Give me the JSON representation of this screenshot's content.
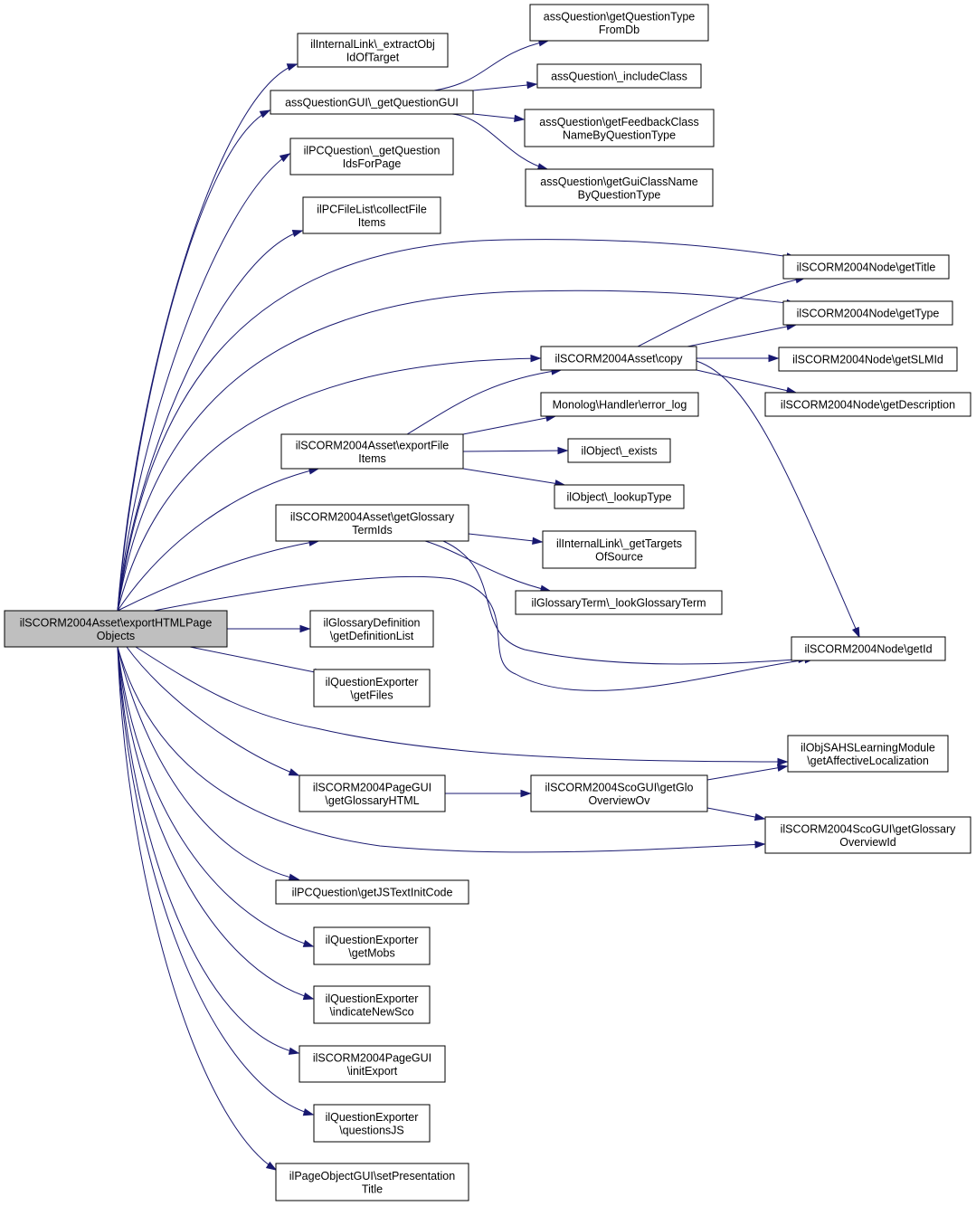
{
  "nodes": [
    {
      "id": "root",
      "lines": [
        "ilSCORM2004Asset\\exportHTMLPage",
        "Objects"
      ],
      "root": true
    },
    {
      "id": "extractObj",
      "lines": [
        "ilInternalLink\\_extractObj",
        "IdOfTarget"
      ]
    },
    {
      "id": "getQuestionGUI",
      "lines": [
        "assQuestionGUI\\_getQuestionGUI"
      ]
    },
    {
      "id": "getQuestionIdsForPage",
      "lines": [
        "ilPCQuestion\\_getQuestion",
        "IdsForPage"
      ]
    },
    {
      "id": "collectFileItems",
      "lines": [
        "ilPCFileList\\collectFile",
        "Items"
      ]
    },
    {
      "id": "exportFileItems",
      "lines": [
        "ilSCORM2004Asset\\exportFile",
        "Items"
      ]
    },
    {
      "id": "getGlossaryTermIds",
      "lines": [
        "ilSCORM2004Asset\\getGlossary",
        "TermIds"
      ]
    },
    {
      "id": "getDefinitionList",
      "lines": [
        "ilGlossaryDefinition",
        "\\getDefinitionList"
      ]
    },
    {
      "id": "getFiles",
      "lines": [
        "ilQuestionExporter",
        "\\getFiles"
      ]
    },
    {
      "id": "getGlossaryHTML",
      "lines": [
        "ilSCORM2004PageGUI",
        "\\getGlossaryHTML"
      ]
    },
    {
      "id": "getJSTextInitCode",
      "lines": [
        "ilPCQuestion\\getJSTextInitCode"
      ]
    },
    {
      "id": "getMobs",
      "lines": [
        "ilQuestionExporter",
        "\\getMobs"
      ]
    },
    {
      "id": "indicateNewSco",
      "lines": [
        "ilQuestionExporter",
        "\\indicateNewSco"
      ]
    },
    {
      "id": "initExport",
      "lines": [
        "ilSCORM2004PageGUI",
        "\\initExport"
      ]
    },
    {
      "id": "questionsJS",
      "lines": [
        "ilQuestionExporter",
        "\\questionsJS"
      ]
    },
    {
      "id": "setPresentationTitle",
      "lines": [
        "ilPageObjectGUI\\setPresentation",
        "Title"
      ]
    },
    {
      "id": "getQuestionTypeFromDb",
      "lines": [
        "assQuestion\\getQuestionType",
        "FromDb"
      ]
    },
    {
      "id": "includeClass",
      "lines": [
        "assQuestion\\_includeClass"
      ]
    },
    {
      "id": "getFeedbackClass",
      "lines": [
        "assQuestion\\getFeedbackClass",
        "NameByQuestionType"
      ]
    },
    {
      "id": "getGuiClassName",
      "lines": [
        "assQuestion\\getGuiClassName",
        "ByQuestionType"
      ]
    },
    {
      "id": "copy",
      "lines": [
        "ilSCORM2004Asset\\copy"
      ]
    },
    {
      "id": "errorLog",
      "lines": [
        "Monolog\\Handler\\error_log"
      ]
    },
    {
      "id": "exists",
      "lines": [
        "ilObject\\_exists"
      ]
    },
    {
      "id": "lookupType",
      "lines": [
        "ilObject\\_lookupType"
      ]
    },
    {
      "id": "getTargetsOfSource",
      "lines": [
        "ilInternalLink\\_getTargets",
        "OfSource"
      ]
    },
    {
      "id": "lookGlossaryTerm",
      "lines": [
        "ilGlossaryTerm\\_lookGlossaryTerm"
      ]
    },
    {
      "id": "getGloOverviewOv",
      "lines": [
        "ilSCORM2004ScoGUI\\getGlo",
        "OverviewOv"
      ]
    },
    {
      "id": "getTitle",
      "lines": [
        "ilSCORM2004Node\\getTitle"
      ]
    },
    {
      "id": "getType",
      "lines": [
        "ilSCORM2004Node\\getType"
      ]
    },
    {
      "id": "getSLMId",
      "lines": [
        "ilSCORM2004Node\\getSLMId"
      ]
    },
    {
      "id": "getDescription",
      "lines": [
        "ilSCORM2004Node\\getDescription"
      ]
    },
    {
      "id": "getId",
      "lines": [
        "ilSCORM2004Node\\getId"
      ]
    },
    {
      "id": "getAffectiveLocalization",
      "lines": [
        "ilObjSAHSLearningModule",
        "\\getAffectiveLocalization"
      ]
    },
    {
      "id": "getGlossaryOverviewId",
      "lines": [
        "ilSCORM2004ScoGUI\\getGlossary",
        "OverviewId"
      ]
    }
  ],
  "edges": [
    [
      "root",
      "extractObj"
    ],
    [
      "root",
      "getQuestionGUI"
    ],
    [
      "root",
      "getQuestionIdsForPage"
    ],
    [
      "root",
      "collectFileItems"
    ],
    [
      "root",
      "getTitle"
    ],
    [
      "root",
      "getType"
    ],
    [
      "root",
      "copy"
    ],
    [
      "root",
      "exportFileItems"
    ],
    [
      "root",
      "getGlossaryTermIds"
    ],
    [
      "root",
      "getId"
    ],
    [
      "root",
      "getDefinitionList"
    ],
    [
      "root",
      "getFiles"
    ],
    [
      "root",
      "getAffectiveLocalization"
    ],
    [
      "root",
      "getGlossaryHTML"
    ],
    [
      "root",
      "getGlossaryOverviewId"
    ],
    [
      "root",
      "getJSTextInitCode"
    ],
    [
      "root",
      "getMobs"
    ],
    [
      "root",
      "indicateNewSco"
    ],
    [
      "root",
      "initExport"
    ],
    [
      "root",
      "questionsJS"
    ],
    [
      "root",
      "setPresentationTitle"
    ],
    [
      "getQuestionGUI",
      "getQuestionTypeFromDb"
    ],
    [
      "getQuestionGUI",
      "includeClass"
    ],
    [
      "getQuestionGUI",
      "getFeedbackClass"
    ],
    [
      "getQuestionGUI",
      "getGuiClassName"
    ],
    [
      "copy",
      "getTitle"
    ],
    [
      "copy",
      "getType"
    ],
    [
      "copy",
      "getSLMId"
    ],
    [
      "copy",
      "getDescription"
    ],
    [
      "copy",
      "getId"
    ],
    [
      "exportFileItems",
      "copy"
    ],
    [
      "exportFileItems",
      "errorLog"
    ],
    [
      "exportFileItems",
      "exists"
    ],
    [
      "exportFileItems",
      "lookupType"
    ],
    [
      "getGlossaryTermIds",
      "getTargetsOfSource"
    ],
    [
      "getGlossaryTermIds",
      "lookGlossaryTerm"
    ],
    [
      "getGlossaryTermIds",
      "getId"
    ],
    [
      "getGlossaryHTML",
      "getGloOverviewOv"
    ],
    [
      "getGloOverviewOv",
      "getAffectiveLocalization"
    ],
    [
      "getGloOverviewOv",
      "getGlossaryOverviewId"
    ]
  ]
}
